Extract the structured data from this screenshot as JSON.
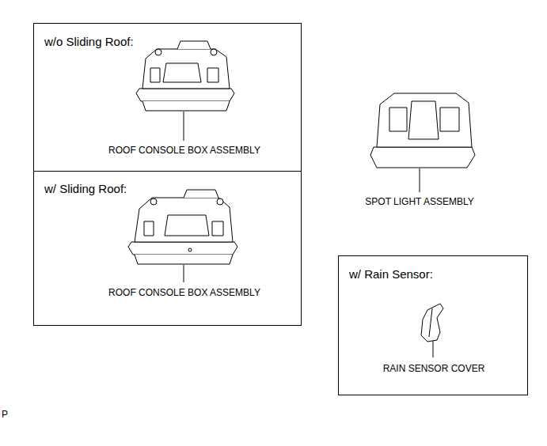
{
  "diagram": {
    "nodes": [
      {
        "text": [
          "w/o Sliding Roof:",
          "ROOF CONSOLE BOX ASSEMBLY"
        ]
      },
      {
        "text": [
          "w/ Sliding Roof:",
          "ROOF CONSOLE BOX ASSEMBLY"
        ]
      },
      {
        "text": [
          "w/ Rain Sensor:",
          "RAIN SENSOR COVER"
        ]
      }
    ],
    "labels": [
      "SPOT LIGHT ASSEMBLY",
      "P"
    ]
  }
}
